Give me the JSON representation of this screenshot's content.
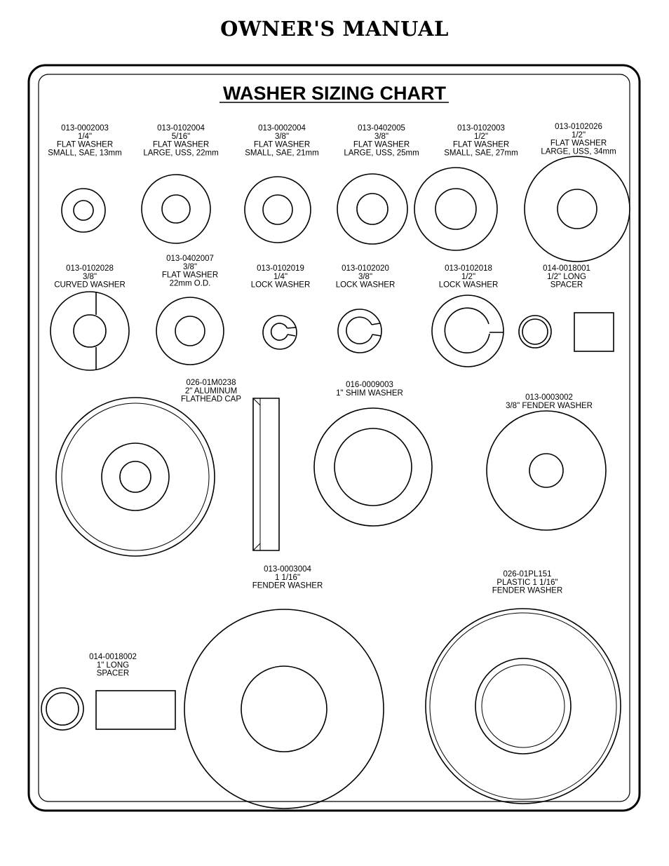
{
  "header": {
    "title": "OWNER'S MANUAL"
  },
  "chart": {
    "title": "WASHER SIZING CHART"
  },
  "items": [
    {
      "lines": [
        "013-0002003",
        "1/4\"",
        "FLAT WASHER",
        "SMALL, SAE, 13mm"
      ]
    },
    {
      "lines": [
        "013-0102004",
        "5/16\"",
        "FLAT WASHER",
        "LARGE, USS, 22mm"
      ]
    },
    {
      "lines": [
        "013-0002004",
        "3/8\"",
        "FLAT WASHER",
        "SMALL, SAE, 21mm"
      ]
    },
    {
      "lines": [
        "013-0402005",
        "3/8\"",
        "FLAT WASHER",
        "LARGE, USS, 25mm"
      ]
    },
    {
      "lines": [
        "013-0102003",
        "1/2\"",
        "FLAT WASHER",
        "SMALL, SAE, 27mm"
      ]
    },
    {
      "lines": [
        "013-0102026",
        "1/2\"",
        "FLAT WASHER",
        "LARGE, USS, 34mm"
      ]
    },
    {
      "lines": [
        "013-0102028",
        "3/8\"",
        "CURVED WASHER"
      ]
    },
    {
      "lines": [
        "013-0402007",
        "3/8\"",
        "FLAT WASHER",
        "22mm O.D."
      ]
    },
    {
      "lines": [
        "013-0102019",
        "1/4\"",
        "LOCK WASHER"
      ]
    },
    {
      "lines": [
        "013-0102020",
        "3/8\"",
        "LOCK WASHER"
      ]
    },
    {
      "lines": [
        "013-0102018",
        "1/2\"",
        "LOCK WASHER"
      ]
    },
    {
      "lines": [
        "014-0018001",
        "1/2\" LONG",
        "SPACER"
      ]
    },
    {
      "lines": [
        "026-01M0238",
        "2\" ALUMINUM",
        "FLATHEAD CAP"
      ]
    },
    {
      "lines": [
        "016-0009003",
        "1\" SHIM WASHER"
      ]
    },
    {
      "lines": [
        "013-0003002",
        "3/8\" FENDER WASHER"
      ]
    },
    {
      "lines": [
        "013-0003004",
        "1 1/16\"",
        "FENDER WASHER"
      ]
    },
    {
      "lines": [
        "026-01PL151",
        "PLASTIC 1 1/16\"",
        "FENDER WASHER"
      ]
    },
    {
      "lines": [
        "014-0018002",
        "1\" LONG",
        "SPACER"
      ]
    }
  ]
}
